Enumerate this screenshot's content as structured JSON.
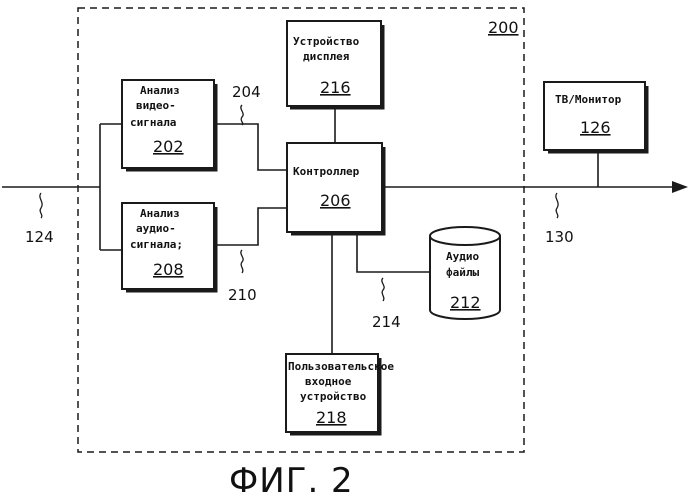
{
  "system_label": "200",
  "blocks": {
    "video": {
      "lines": [
        "Анализ",
        "видео-",
        "сигнала"
      ],
      "ref": "202"
    },
    "audio": {
      "lines": [
        "Анализ",
        "аудио-",
        "сигнала;"
      ],
      "ref": "208"
    },
    "display": {
      "lines": [
        "Устройство",
        "дисплея"
      ],
      "ref": "216"
    },
    "controller": {
      "lines": [
        "Контроллер"
      ],
      "ref": "206"
    },
    "tv": {
      "lines": [
        "ТВ/Монитор"
      ],
      "ref": "126"
    },
    "audio_files": {
      "lines": [
        "Аудио",
        "файлы"
      ],
      "ref": "212"
    },
    "user_input": {
      "lines": [
        "Пользовательское",
        "входное",
        "устройство"
      ],
      "ref": "218"
    }
  },
  "signals": {
    "input": "124",
    "output": "130",
    "video_out": "204",
    "audio_out": "210",
    "files_link": "214"
  },
  "caption": "ФИГ. 2"
}
